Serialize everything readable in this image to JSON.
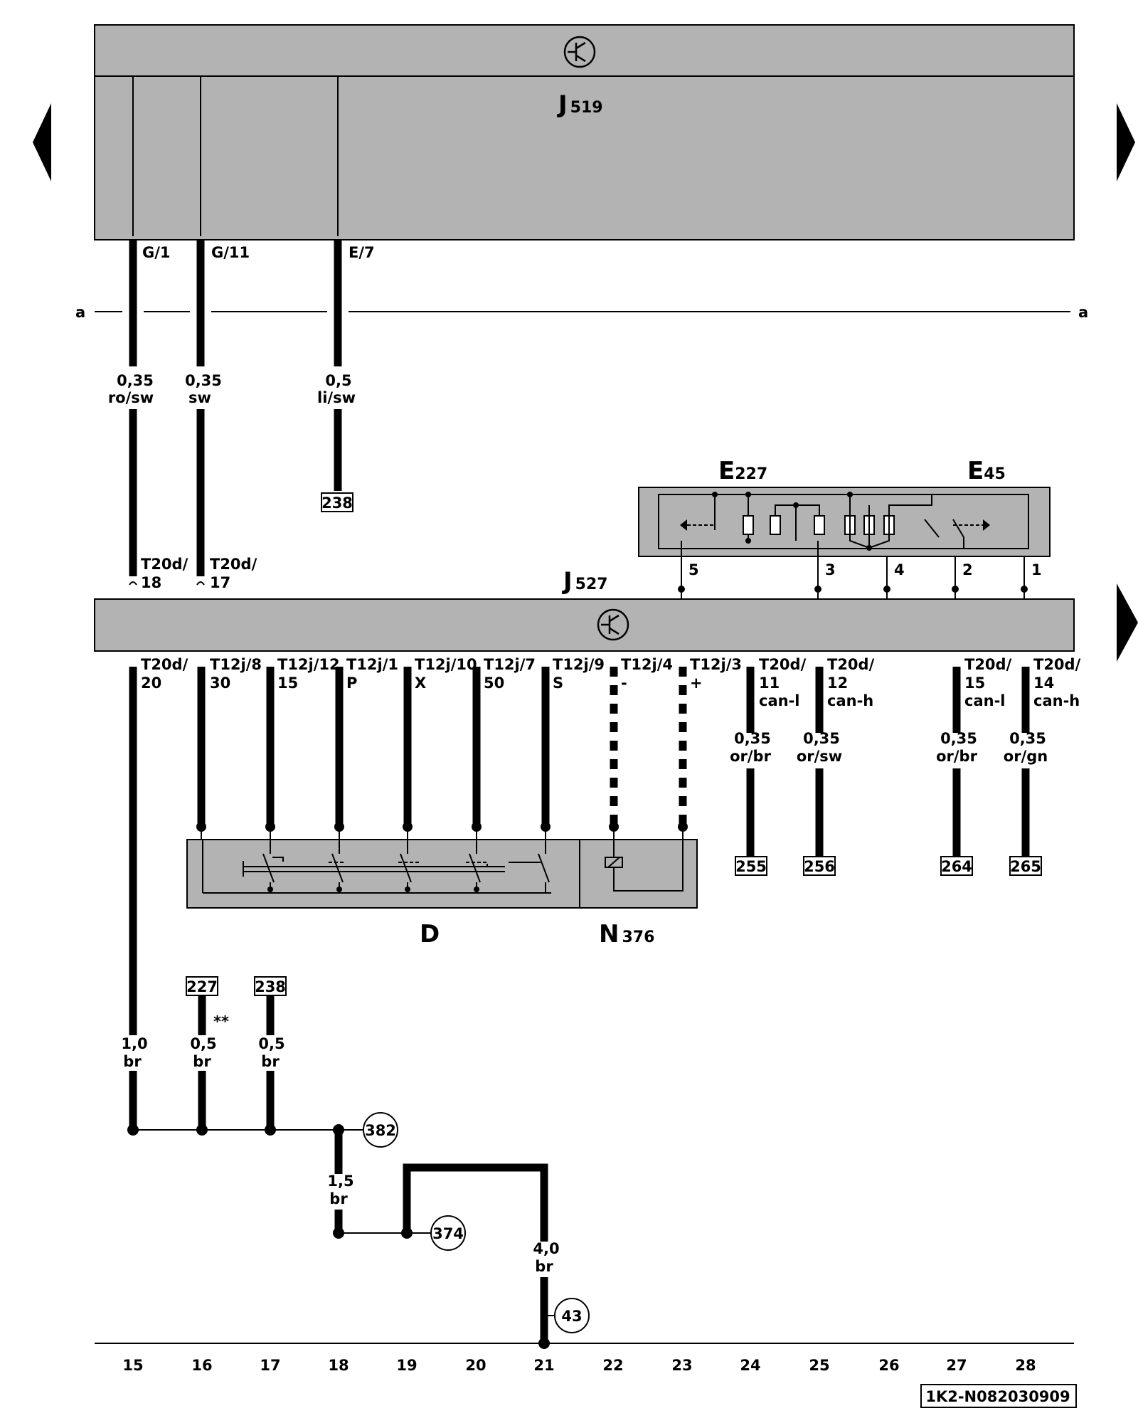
{
  "components": {
    "j519": {
      "letter": "J",
      "sub": "519"
    },
    "j527": {
      "letter": "J",
      "sub": "527"
    },
    "e227": {
      "letter": "E",
      "sub": "227"
    },
    "e45": {
      "letter": "E",
      "sub": "45"
    },
    "d": {
      "letter": "D"
    },
    "n376": {
      "letter": "N",
      "sub": "376"
    }
  },
  "divider_label": "a",
  "j519_pins": [
    "G/1",
    "G/11",
    "E/7"
  ],
  "upper_wires": [
    {
      "size": "0,35",
      "color": "ro/sw"
    },
    {
      "size": "0,35",
      "color": "sw"
    },
    {
      "size": "0,5",
      "color": "li/sw"
    }
  ],
  "j527_top_connectors": [
    {
      "line1": "T20d/",
      "line2": "18"
    },
    {
      "line1": "T20d/",
      "line2": "17"
    }
  ],
  "e_module_pins": [
    "5",
    "3",
    "4",
    "2",
    "1"
  ],
  "j527_bottom_connectors": [
    {
      "line1": "T20d/",
      "line2": "20",
      "line3": ""
    },
    {
      "line1": "T12j/8",
      "line2": "30",
      "line3": ""
    },
    {
      "line1": "T12j/12",
      "line2": "15",
      "line3": ""
    },
    {
      "line1": "T12j/1",
      "line2": "P",
      "line3": ""
    },
    {
      "line1": "T12j/10",
      "line2": "X",
      "line3": ""
    },
    {
      "line1": "T12j/7",
      "line2": "50",
      "line3": ""
    },
    {
      "line1": "T12j/9",
      "line2": "S",
      "line3": ""
    },
    {
      "line1": "T12j/4",
      "line2": "-",
      "line3": ""
    },
    {
      "line1": "T12j/3",
      "line2": "+",
      "line3": ""
    },
    {
      "line1": "T20d/",
      "line2": "11",
      "line3": "can-l"
    },
    {
      "line1": "T20d/",
      "line2": "12",
      "line3": "can-h"
    },
    {
      "line1": "T20d/",
      "line2": "15",
      "line3": "can-l"
    },
    {
      "line1": "T20d/",
      "line2": "14",
      "line3": "can-h"
    }
  ],
  "can_wires": [
    {
      "size": "0,35",
      "color": "or/br"
    },
    {
      "size": "0,35",
      "color": "or/sw"
    },
    {
      "size": "0,35",
      "color": "or/br"
    },
    {
      "size": "0,35",
      "color": "or/gn"
    }
  ],
  "ref_boxes": {
    "li_sw": "238",
    "can": [
      "255",
      "256",
      "264",
      "265"
    ],
    "ground": [
      "227",
      "238"
    ]
  },
  "ground_wires": [
    {
      "size": "1,0",
      "color": "br"
    },
    {
      "size": "0,5",
      "color": "br"
    },
    {
      "size": "0,5",
      "color": "br"
    },
    {
      "size": "1,5",
      "color": "br"
    },
    {
      "size": "4,0",
      "color": "br"
    }
  ],
  "footnote_mark": "**",
  "ground_points": [
    "382",
    "374",
    "43"
  ],
  "track_numbers": [
    "15",
    "16",
    "17",
    "18",
    "19",
    "20",
    "21",
    "22",
    "23",
    "24",
    "25",
    "26",
    "27",
    "28"
  ],
  "diagram_id": "1K2-N082030909"
}
